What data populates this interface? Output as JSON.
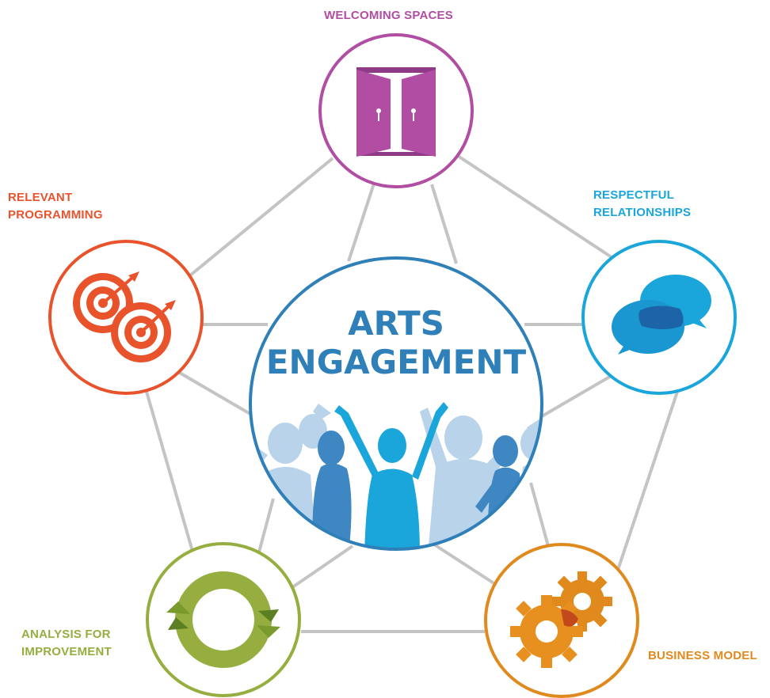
{
  "center": {
    "line1": "ARTS",
    "line2": "ENGAGEMENT"
  },
  "nodes": {
    "welcoming": {
      "label": "WELCOMING SPACES",
      "color": "#B14EA3",
      "icon": "open-doors-icon"
    },
    "respectful": {
      "label_line1": "RESPECTFUL",
      "label_line2": "RELATIONSHIPS",
      "color": "#1AA6DA",
      "icon": "speech-bubbles-icon"
    },
    "business": {
      "label": "BUSINESS MODEL",
      "color": "#E08A1E",
      "icon": "gears-icon"
    },
    "analysis": {
      "label_line1": "ANALYSIS FOR",
      "label_line2": "IMPROVEMENT",
      "color": "#95AE3F",
      "icon": "cycle-arrows-icon"
    },
    "relevant": {
      "label_line1": "RELEVANT",
      "label_line2": "PROGRAMMING",
      "color": "#E8532C",
      "icon": "target-darts-icon"
    }
  },
  "center_color": "#2F7FB8",
  "connector_color": "#C4C4C4"
}
